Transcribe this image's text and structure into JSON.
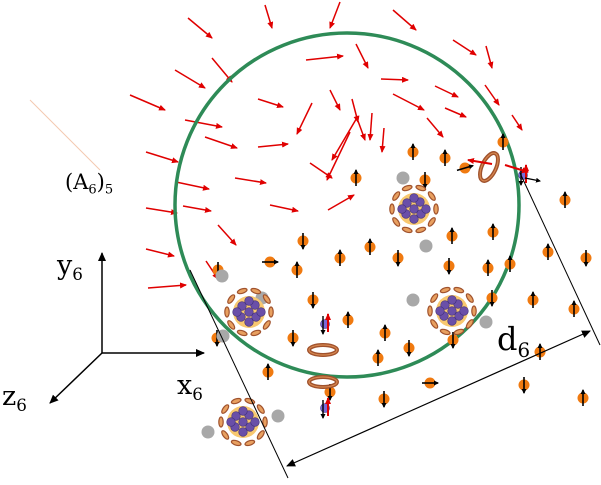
{
  "labels": {
    "set": {
      "text": "(A",
      "sub1": "6",
      "mid": ")",
      "sub2": "5"
    },
    "axis_y": {
      "text": "y",
      "sub": "6"
    },
    "axis_z": {
      "text": "z",
      "sub": "6"
    },
    "axis_x": {
      "text": "x",
      "sub": "6"
    },
    "distance": {
      "text": "d",
      "sub": "6"
    }
  },
  "colors": {
    "circle": "#2e8b57",
    "field_arrow": "#e00000",
    "particle": "#f07a10",
    "particle_spin": "#000000",
    "neutral": "#a8a8a8",
    "nucleon": "#6a4fa8",
    "ring": "#a0522d",
    "core": "#f8c870",
    "pion": "#7a6ad8",
    "axes": "#000000"
  },
  "icons": [
    "field-arrow-icon",
    "particle-icon",
    "neutral-particle-icon",
    "nucleus-icon",
    "vortex-ring-icon",
    "pion-icon"
  ]
}
